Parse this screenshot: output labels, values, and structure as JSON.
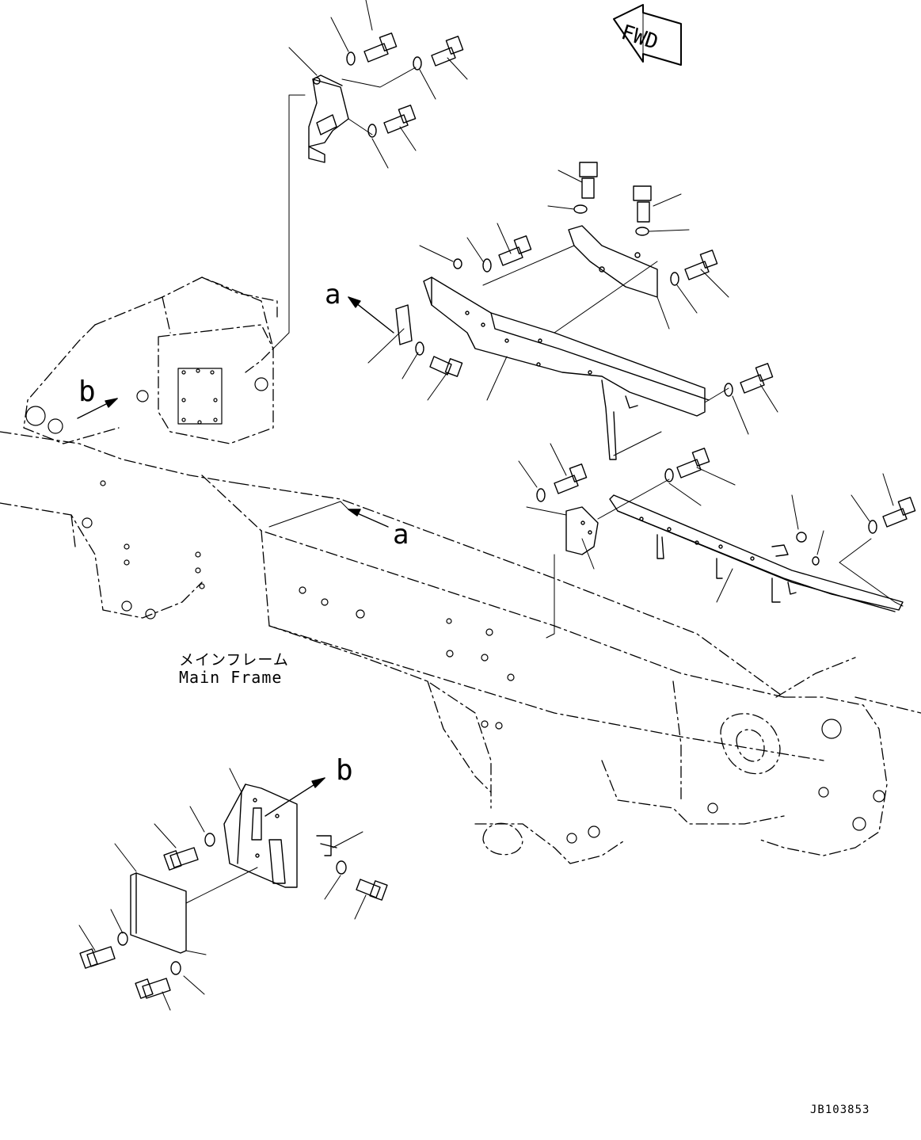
{
  "labels": {
    "fwd": "FWD",
    "view_a_top": "a",
    "view_a_frame": "a",
    "view_b_frame": "b",
    "view_b_detail": "b",
    "main_frame_jp": "メインフレーム",
    "main_frame_en": "Main Frame",
    "drawing_code": "JB103853"
  },
  "colors": {
    "line": "#000000",
    "background": "#ffffff"
  }
}
